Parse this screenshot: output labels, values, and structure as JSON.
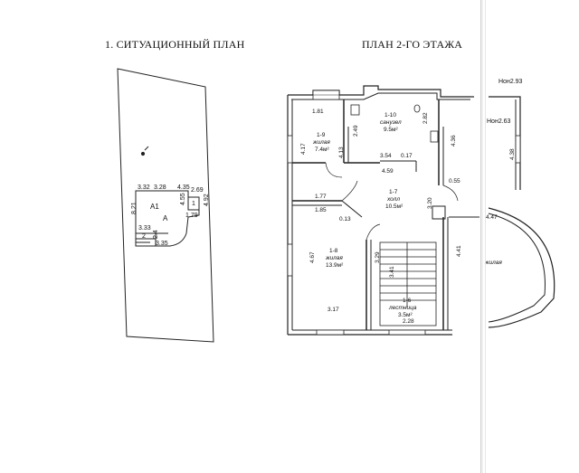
{
  "titles": {
    "left": "1. СИТУАЦИОННЫЙ ПЛАН",
    "right": "ПЛАН 2-ГО ЭТАЖА"
  },
  "site_plan": {
    "dims": [
      "3.32",
      "3.28",
      "4.35",
      "2.69",
      "8.21",
      "4.55",
      "4.92",
      "1.79",
      "3.33",
      "2.4",
      "3.35"
    ],
    "labels": [
      "А",
      "А1",
      "1",
      "2"
    ]
  },
  "floor_plan": {
    "height_marks": [
      "Нон2.93",
      "Нон2.63"
    ],
    "rooms": [
      {
        "id": "1-10",
        "name": "санузел",
        "area": "9.5м²"
      },
      {
        "id": "1-9",
        "name": "жилая",
        "area": "7.4м²"
      },
      {
        "id": "1-7",
        "name": "холл",
        "area": "10.5м²"
      },
      {
        "id": "1-8",
        "name": "жилая",
        "area": "13.9м²"
      },
      {
        "id": "1-6",
        "name": "лестница",
        "area": "3.5м²"
      },
      {
        "id": "",
        "name": "жилая",
        "area": ""
      }
    ],
    "dims": [
      "1.81",
      "2.49",
      "2.82",
      "4.36",
      "4.38",
      "4.17",
      "4.13",
      "3.54",
      "0.17",
      "4.59",
      "0.55",
      "1.77",
      "1.85",
      "0.13",
      "3.20",
      "4.47",
      "4.67",
      "3.29",
      "3.41",
      "4.41",
      "3.17",
      "2.28"
    ]
  }
}
